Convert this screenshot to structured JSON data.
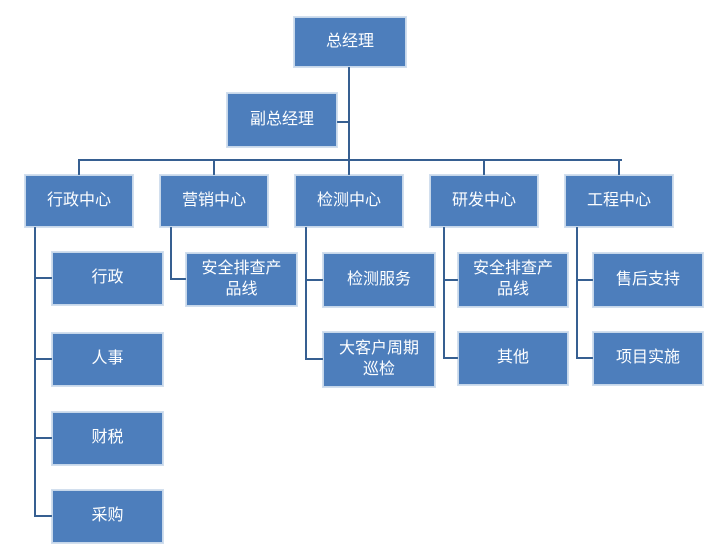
{
  "org_chart": {
    "type": "org-tree",
    "colors": {
      "node_fill": "#4d7ebc",
      "node_border": "#c6d7ea",
      "connector": "#365f91",
      "node_text": "#ffffff",
      "background": "#ffffff"
    },
    "nodes": {
      "general_manager": "总经理",
      "deputy_general_manager": "副总经理",
      "admin_center": "行政中心",
      "marketing_center": "营销中心",
      "testing_center": "检测中心",
      "rd_center": "研发中心",
      "engineering_center": "工程中心",
      "admin": "行政",
      "hr": "人事",
      "finance_tax": "财税",
      "procurement": "采购",
      "marketing_safety_product_line": "安全排查产\n品线",
      "testing_service": "检测服务",
      "major_customer_inspection": "大客户周期\n巡检",
      "rd_safety_product_line": "安全排查产\n品线",
      "other": "其他",
      "after_sales_support": "售后支持",
      "project_implementation": "项目实施"
    },
    "hierarchy": [
      {
        "parent": "总经理",
        "children": [
          "副总经理"
        ]
      },
      {
        "parent": "副总经理",
        "children": [
          "行政中心",
          "营销中心",
          "检测中心",
          "研发中心",
          "工程中心"
        ]
      },
      {
        "parent": "行政中心",
        "children": [
          "行政",
          "人事",
          "财税",
          "采购"
        ]
      },
      {
        "parent": "营销中心",
        "children": [
          "安全排查产品线"
        ]
      },
      {
        "parent": "检测中心",
        "children": [
          "检测服务",
          "大客户周期巡检"
        ]
      },
      {
        "parent": "研发中心",
        "children": [
          "安全排查产品线",
          "其他"
        ]
      },
      {
        "parent": "工程中心",
        "children": [
          "售后支持",
          "项目实施"
        ]
      }
    ]
  }
}
